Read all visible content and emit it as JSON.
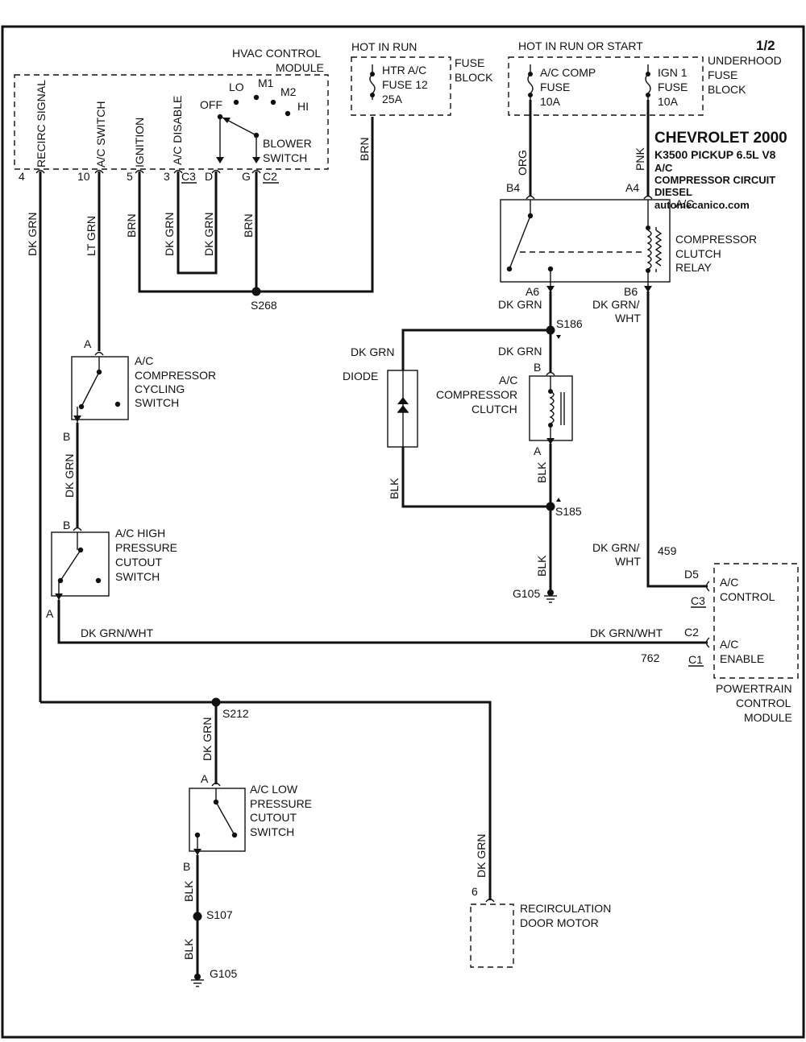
{
  "page_number": "1/2",
  "title": {
    "line1": "CHEVROLET 2000",
    "line2": "K3500 PICKUP  6.5L  V8",
    "line3": "A/C",
    "line4": "COMPRESSOR CIRCUIT",
    "line5": "DIESEL",
    "website": "automecanico.com"
  },
  "hvac": {
    "name_line1": "HVAC CONTROL",
    "name_line2": "MODULE",
    "recirc_signal": "RECIRC SIGNAL",
    "ac_switch": "A/C SWITCH",
    "ignition": "IGNITION",
    "ac_disable": "A/C DISABLE",
    "blower_off": "OFF",
    "blower_lo": "LO",
    "blower_m1": "M1",
    "blower_m2": "M2",
    "blower_hi": "HI",
    "blower_line1": "BLOWER",
    "blower_line2": "SWITCH",
    "pin_4": "4",
    "pin_10": "10",
    "pin_5": "5",
    "pin_3": "3",
    "conn_c3": "C3",
    "pin_d": "D",
    "pin_g": "G",
    "conn_c2": "C2"
  },
  "fuse_block": {
    "hot_label": "HOT IN RUN",
    "fuse_line1": "HTR A/C",
    "fuse_line2": "FUSE 12",
    "fuse_line3": "25A",
    "name_line1": "FUSE",
    "name_line2": "BLOCK"
  },
  "underhood": {
    "hot_label": "HOT IN RUN OR START",
    "fuse1_line1": "A/C COMP",
    "fuse1_line2": "FUSE",
    "fuse1_line3": "10A",
    "fuse2_line1": "IGN 1",
    "fuse2_line2": "FUSE",
    "fuse2_line3": "10A",
    "name_line1": "UNDERHOOD",
    "name_line2": "FUSE",
    "name_line3": "BLOCK"
  },
  "relay": {
    "line1": "A/C",
    "line2": "COMPRESSOR",
    "line3": "CLUTCH",
    "line4": "RELAY",
    "pin_b4": "B4",
    "pin_a4": "A4",
    "pin_a6": "A6",
    "pin_b6": "B6"
  },
  "wires": {
    "brn": "BRN",
    "org": "ORG",
    "pnk": "PNK",
    "dk_grn": "DK GRN",
    "lt_grn": "LT GRN",
    "blk": "BLK",
    "dk_grn_wht": "DK GRN/WHT",
    "dk_grn_slash": "DK GRN/",
    "wht": "WHT",
    "circuit_459": "459",
    "circuit_762": "762"
  },
  "splices": {
    "s268": "S268",
    "s186": "S186",
    "s185": "S185",
    "s212": "S212",
    "s107": "S107"
  },
  "grounds": {
    "g105": "G105"
  },
  "diode": "DIODE",
  "clutch": {
    "line1": "A/C",
    "line2": "COMPRESSOR",
    "line3": "CLUTCH",
    "pin_b": "B",
    "pin_a": "A"
  },
  "cycling_switch": {
    "line1": "A/C",
    "line2": "COMPRESSOR",
    "line3": "CYCLING",
    "line4": "SWITCH",
    "pin_a": "A",
    "pin_b": "B"
  },
  "high_pressure": {
    "line1": "A/C HIGH",
    "line2": "PRESSURE",
    "line3": "CUTOUT",
    "line4": "SWITCH",
    "pin_b": "B",
    "pin_a": "A"
  },
  "low_pressure": {
    "line1": "A/C LOW",
    "line2": "PRESSURE",
    "line3": "CUTOUT",
    "line4": "SWITCH",
    "pin_a": "A",
    "pin_b": "B"
  },
  "pcm": {
    "ac_control_line1": "A/C",
    "ac_control_line2": "CONTROL",
    "ac_enable_line1": "A/C",
    "ac_enable_line2": "ENABLE",
    "pin_d5": "D5",
    "conn_c3": "C3",
    "pin_c2": "C2",
    "conn_c1": "C1",
    "name_line1": "POWERTRAIN",
    "name_line2": "CONTROL",
    "name_line3": "MODULE"
  },
  "recirc_motor": {
    "pin": "6",
    "line1": "RECIRCULATION",
    "line2": "DOOR MOTOR"
  }
}
